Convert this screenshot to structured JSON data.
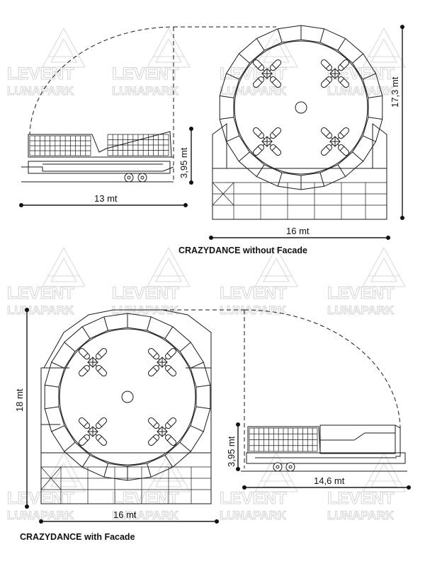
{
  "watermark": {
    "word1": "LEVENT",
    "word2": "LUNAPARK"
  },
  "top_view": {
    "caption": "CRAZYDANCE without Facade",
    "dim_length": "13 mt",
    "dim_height": "3,95 mt",
    "dim_width": "16 mt",
    "dim_total_height": "17,3 mt"
  },
  "bottom_view": {
    "caption": "CRAZYDANCE with Facade",
    "dim_total_height": "18 mt",
    "dim_width": "16 mt",
    "dim_height": "3,95 mt",
    "dim_length": "14,6 mt"
  }
}
